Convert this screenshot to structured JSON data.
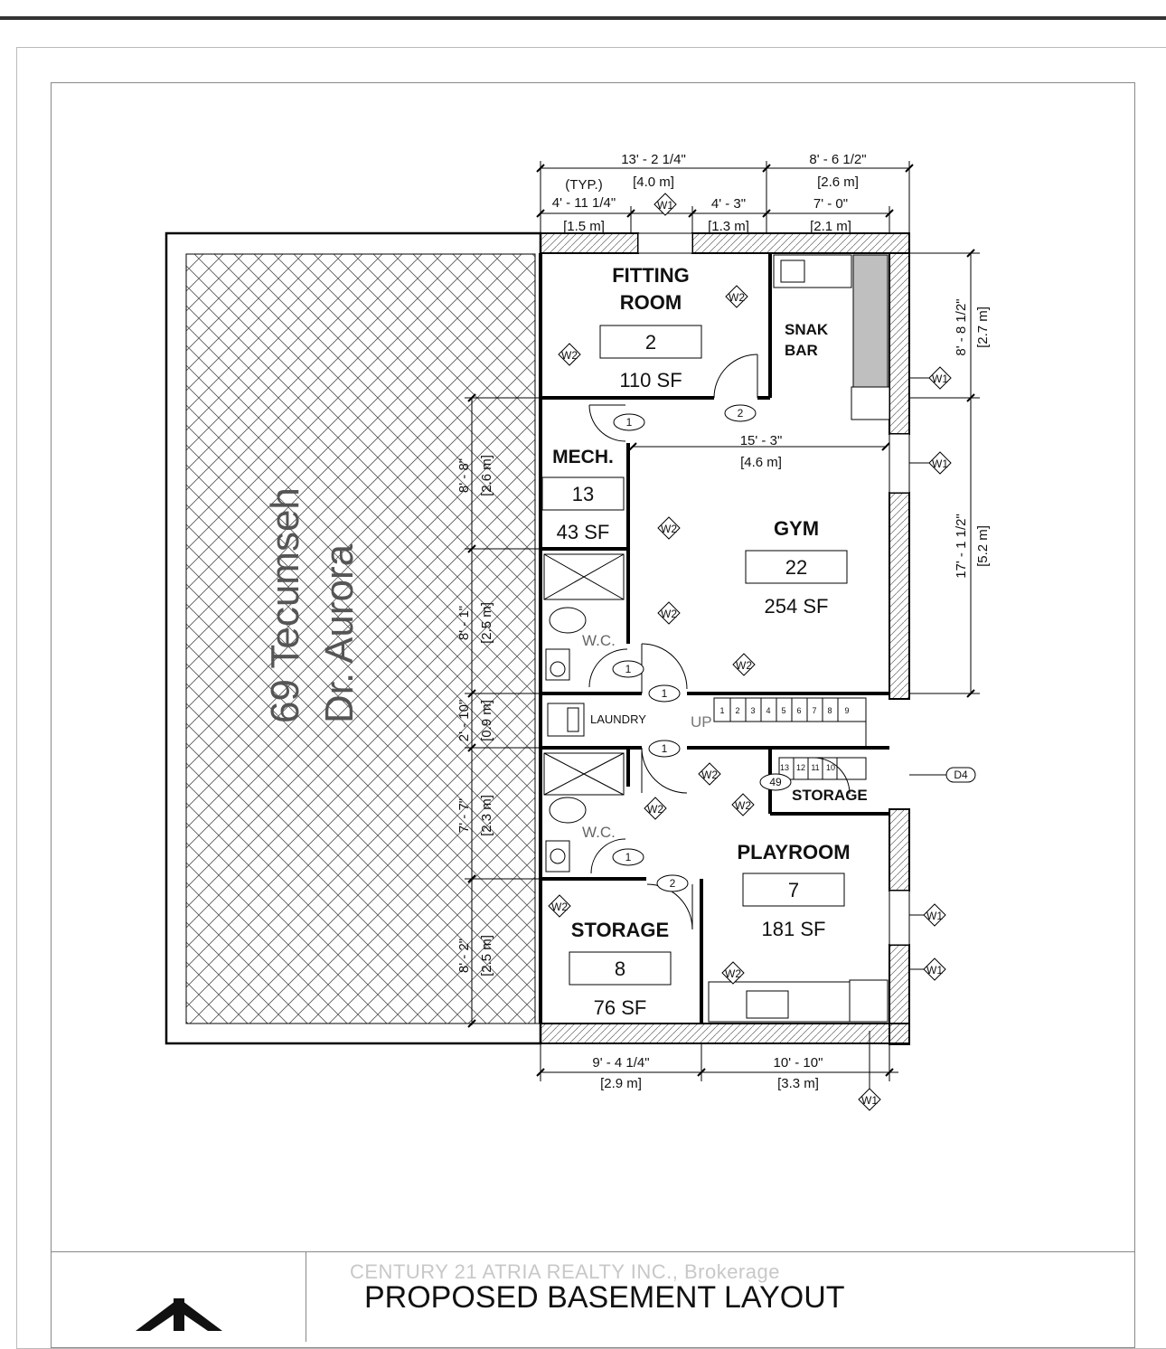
{
  "site": {
    "address_line1": "69 Tecumseh",
    "address_line2": "Dr. Aurora"
  },
  "title_block": {
    "watermark": "CENTURY 21 ATRIA REALTY INC., Brokerage",
    "drawing_title": "PROPOSED BASEMENT LAYOUT"
  },
  "rooms": {
    "fitting_room": {
      "name_line1": "FITTING",
      "name_line2": "ROOM",
      "number": "2",
      "area": "110 SF"
    },
    "snack_bar": {
      "name_line1": "SNAK",
      "name_line2": "BAR"
    },
    "mech": {
      "name": "MECH.",
      "number": "13",
      "area": "43 SF"
    },
    "gym": {
      "name": "GYM",
      "number": "22",
      "area": "254 SF"
    },
    "wc_upper": {
      "name": "W.C."
    },
    "wc_lower": {
      "name": "W.C."
    },
    "laundry": {
      "name": "LAUNDRY"
    },
    "stair": {
      "up": "UP",
      "steps_upper": [
        "1",
        "2",
        "3",
        "4",
        "5",
        "6",
        "7",
        "8",
        "9"
      ],
      "steps_lower": [
        "13",
        "12",
        "11",
        "10"
      ]
    },
    "storage_small": {
      "name": "STORAGE"
    },
    "playroom": {
      "name": "PLAYROOM",
      "number": "7",
      "area": "181 SF"
    },
    "storage": {
      "name": "STORAGE",
      "number": "8",
      "area": "76 SF"
    }
  },
  "dimensions": {
    "top_overall_left": {
      "imperial": "13' - 2 1/4\"",
      "metric": "[4.0 m]"
    },
    "top_overall_right": {
      "imperial": "8' - 6 1/2\"",
      "metric": "[2.6 m]"
    },
    "typ": "(TYP.)",
    "top_seg1": {
      "imperial": "4' - 11 1/4\"",
      "metric": "[1.5 m]"
    },
    "top_seg2": {
      "imperial": "4' - 3\"",
      "metric": "[1.3 m]"
    },
    "top_seg3": {
      "imperial": "7' - 0\"",
      "metric": "[2.1 m]"
    },
    "right_upper": {
      "imperial": "8' - 8 1/2\"",
      "metric": "[2.7 m]"
    },
    "right_lower": {
      "imperial": "17' - 1 1/2\"",
      "metric": "[5.2 m]"
    },
    "gym_width": {
      "imperial": "15' - 3\"",
      "metric": "[4.6 m]"
    },
    "left_1": {
      "imperial": "8' - 8\"",
      "metric": "[2.6 m]"
    },
    "left_2": {
      "imperial": "8' - 1\"",
      "metric": "[2.5 m]"
    },
    "left_3": {
      "imperial": "2' - 10\"",
      "metric": "[0.9 m]"
    },
    "left_4": {
      "imperial": "7' - 7\"",
      "metric": "[2.3 m]"
    },
    "left_5": {
      "imperial": "8' - 2\"",
      "metric": "[2.5 m]"
    },
    "bottom_left": {
      "imperial": "9' - 4 1/4\"",
      "metric": "[2.9 m]"
    },
    "bottom_right": {
      "imperial": "10' - 10\"",
      "metric": "[3.3 m]"
    }
  },
  "tags": {
    "w1": "W1",
    "w2": "W2",
    "d4": "D4",
    "door_1": "1",
    "door_2": "2",
    "door_49": "49"
  },
  "colors": {
    "line": "#000000",
    "hatch": "#555555",
    "hatch_bg": "#ffffff",
    "counter": "#bfbfbf"
  }
}
